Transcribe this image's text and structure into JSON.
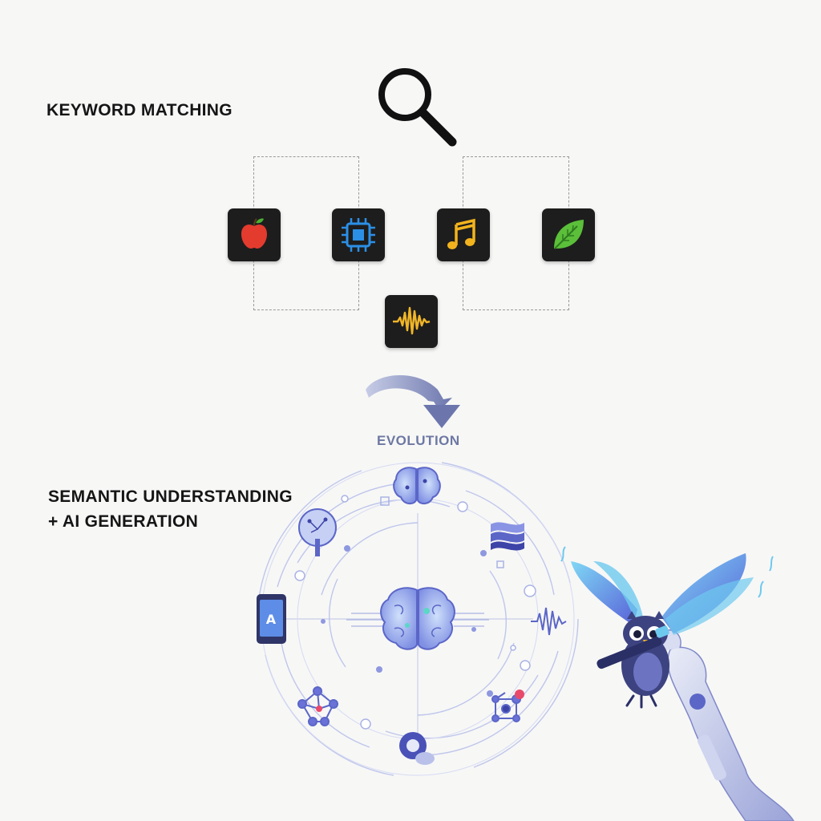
{
  "keyword_section": {
    "heading": "KEYWORD MATCHING",
    "icons": [
      "magnifier-icon",
      "apple-icon",
      "chip-icon",
      "music-note-icon",
      "leaf-icon",
      "waveform-icon"
    ]
  },
  "transition": {
    "label": "EVOLUTION",
    "icon": "curved-arrow-icon"
  },
  "semantic_section": {
    "heading_line1": "SEMANTIC UNDERSTANDING",
    "heading_line2": "+ AI GENERATION",
    "icons": [
      "brain-icon",
      "tree-icon",
      "wave-icon",
      "phone-icon",
      "molecule-icon",
      "network-icon",
      "owl-icon",
      "robot-arm-icon"
    ]
  },
  "colors": {
    "tile_bg": "#1d1d1d",
    "apple": "#e33b2e",
    "chip": "#2b8fe6",
    "music": "#f2b31d",
    "leaf": "#5bbf3a",
    "wave": "#f0b528",
    "arrow": "#7c86b3",
    "accent": "#6a72d8"
  }
}
